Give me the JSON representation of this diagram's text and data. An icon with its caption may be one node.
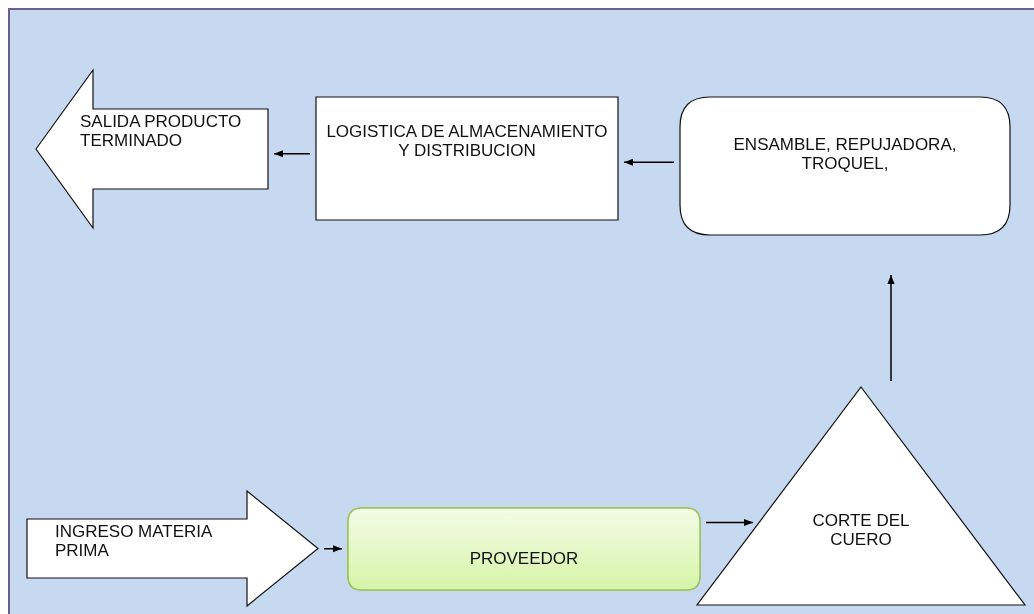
{
  "diagram": {
    "nodes": [
      {
        "text": [
          "SALIDA PRODUCTO TERMINADO"
        ]
      },
      {
        "text": [
          "LOGISTICA DE ALMACENAMIENTO Y DISTRIBUCION"
        ]
      },
      {
        "text": [
          "ENSAMBLE, REPUJADORA, TROQUEL,"
        ]
      },
      {
        "text": [
          "INGRESO MATERIA PRIMA"
        ]
      },
      {
        "text": [
          "PROVEEDOR"
        ]
      },
      {
        "text": [
          "CORTE DEL CUERO"
        ]
      }
    ],
    "edges": [
      {
        "from": 3,
        "to": 4,
        "arrow": "to"
      },
      {
        "from": 4,
        "to": 5,
        "arrow": "to"
      },
      {
        "from": 5,
        "to": 2,
        "arrow": "to"
      },
      {
        "from": 2,
        "to": 1,
        "arrow": "to"
      },
      {
        "from": 1,
        "to": 0,
        "arrow": "to"
      }
    ]
  }
}
